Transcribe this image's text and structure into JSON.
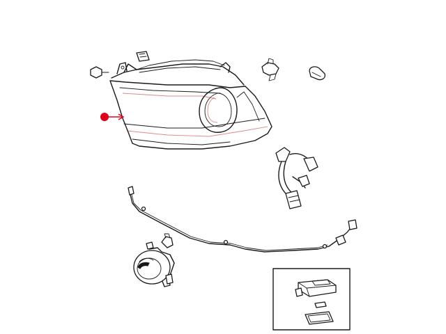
{
  "diagram": {
    "parts": [
      {
        "id": "headlamp-assembly",
        "highlighted": true
      },
      {
        "id": "bulb-socket-clip"
      },
      {
        "id": "headlamp-bulb"
      },
      {
        "id": "marker-bulb"
      },
      {
        "id": "retaining-nut"
      },
      {
        "id": "headlamp-wiring-harness"
      },
      {
        "id": "long-wire-harness"
      },
      {
        "id": "fog-lamp"
      },
      {
        "id": "fog-lamp-bulb"
      },
      {
        "id": "inset-ballast-module"
      }
    ],
    "callout": {
      "color": "#e0001b",
      "target": "headlamp-assembly"
    }
  }
}
